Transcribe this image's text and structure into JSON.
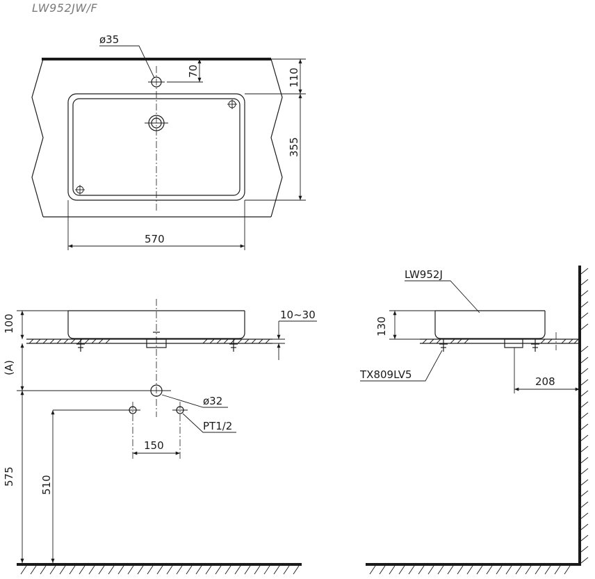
{
  "title": "LW952JW/F",
  "plan_view": {
    "tap_hole_diameter": "ø35",
    "tap_offset": "70",
    "back_edge_to_bowl": "110",
    "bowl_depth": "355",
    "bowl_width": "570"
  },
  "front_view": {
    "basin_height": "100",
    "counter_thickness": "10~30",
    "counter_height_label": "(A)",
    "drain_diameter": "ø32",
    "supply_thread": "PT1/2",
    "supply_spacing": "150",
    "drain_height": "575",
    "supply_height": "510"
  },
  "side_view": {
    "model_label": "LW952J",
    "basin_height": "130",
    "fixing_kit": "TX809LV5",
    "wall_distance": "208"
  }
}
